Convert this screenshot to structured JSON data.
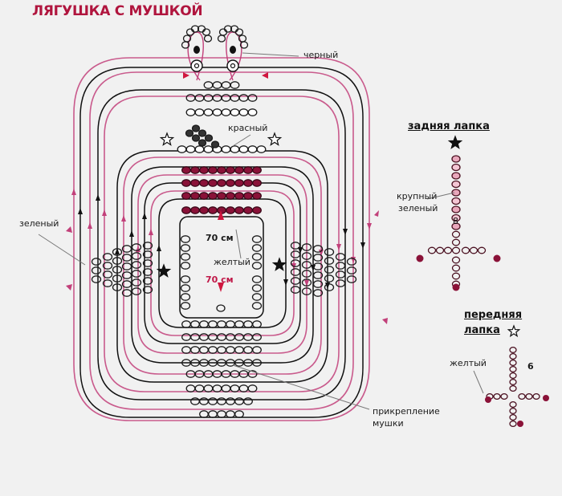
{
  "title": "ЛЯГУШКА С МУШКОЙ",
  "colors": {
    "background": "#f1f1f1",
    "title": "#b0153e",
    "thread_black": "#111111",
    "thread_pink": "#c2407a",
    "bead_dark_red": "#8a1238",
    "bead_outline": "#1a1a1a",
    "accent_red": "#d0173f"
  },
  "main_diagram": {
    "labels": {
      "black": "черный",
      "red": "красный",
      "green": "зеленый",
      "yellow": "желтый",
      "length_top": "70 см",
      "length_bottom": "70 см",
      "fly_attachment_line1": "прикрепление",
      "fly_attachment_line2": "мушки"
    }
  },
  "hind_leg": {
    "heading": "задняя лапка",
    "label_line1": "крупный",
    "label_line2": "зеленый",
    "count": "8"
  },
  "front_leg": {
    "heading_line1": "передняя",
    "heading_line2": "лапка",
    "label": "желтый",
    "count": "6"
  }
}
